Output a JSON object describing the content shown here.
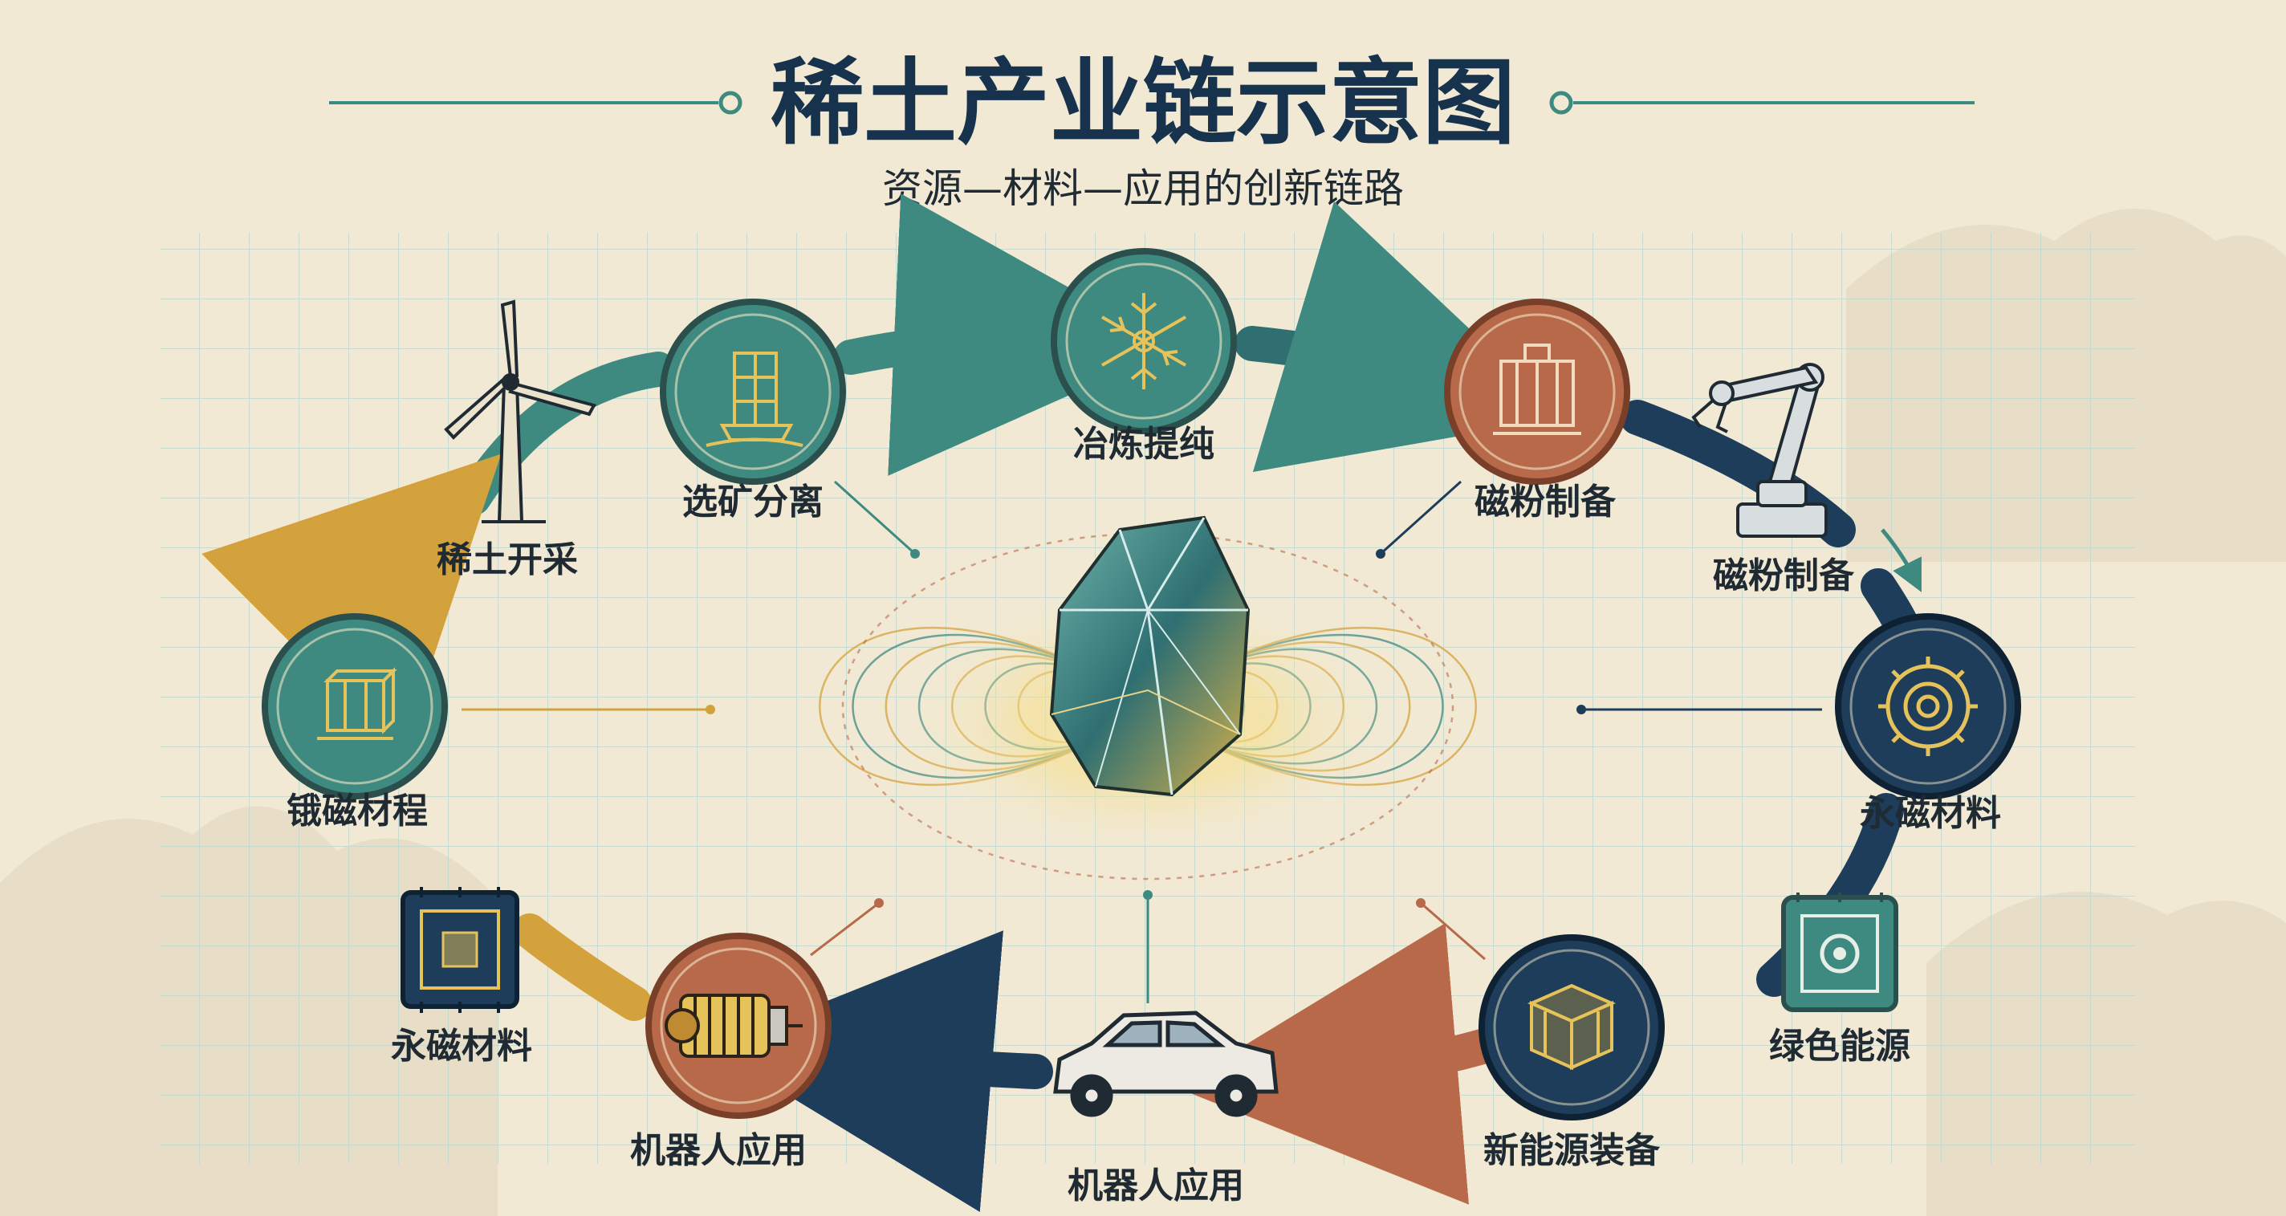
{
  "title": "稀土产业链示意图",
  "subtitle": "资源—材料—应用的创新链路",
  "colors": {
    "teal": "#3f8a80",
    "navy": "#1d3d5a",
    "copper": "#b8694a",
    "gold": "#d4a23c",
    "paper": "#f1e9d4",
    "grid": "#bfd8cf"
  },
  "center": {
    "icon": "rare-earth-crystal-icon"
  },
  "nodes": [
    {
      "label": "选矿分离",
      "icon": "ore-processing-icon",
      "style": "teal-circle"
    },
    {
      "label": "冶炼提纯",
      "icon": "snowflake-crystal-icon",
      "style": "teal-circle"
    },
    {
      "label": "磁粉制备",
      "icon": "furnace-icon",
      "style": "copper-circle"
    },
    {
      "label": "永磁材料",
      "icon": "gear-icon",
      "style": "navy-circle"
    },
    {
      "label": "新能源装备",
      "icon": "battery-block-icon",
      "style": "navy-circle"
    },
    {
      "label": "机器人应用",
      "icon": "motor-icon",
      "style": "copper-circle"
    },
    {
      "label": "锇磁材程",
      "icon": "magnet-block-icon",
      "style": "teal-circle"
    }
  ],
  "side_items": [
    {
      "label": "稀土开采",
      "icon": "wind-turbine-icon"
    },
    {
      "label": "磁粉制备",
      "icon": "robot-arm-icon"
    },
    {
      "label": "绿色能源",
      "icon": "chip-gear-icon"
    },
    {
      "label": "机器人应用",
      "icon": "car-icon"
    },
    {
      "label": "永磁材料",
      "icon": "chip-icon"
    }
  ]
}
